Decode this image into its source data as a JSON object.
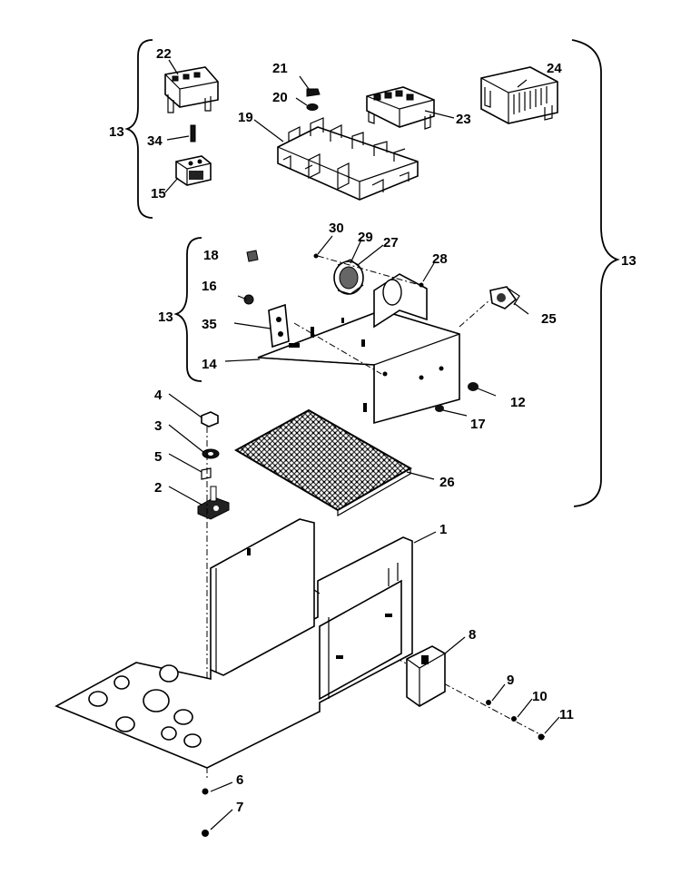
{
  "callouts": {
    "n1": "1",
    "n2": "2",
    "n3": "3",
    "n4": "4",
    "n5": "5",
    "n6": "6",
    "n7": "7",
    "n8": "8",
    "n9": "9",
    "n10": "10",
    "n11": "11",
    "n12": "12",
    "n13_top": "13",
    "n13_mid": "13",
    "n13_right": "13",
    "n14": "14",
    "n15": "15",
    "n16": "16",
    "n17": "17",
    "n18": "18",
    "n19": "19",
    "n20": "20",
    "n21": "21",
    "n22": "22",
    "n23": "23",
    "n24": "24",
    "n25": "25",
    "n26": "26",
    "n27": "27",
    "n28": "28",
    "n29": "29",
    "n30": "30",
    "n34": "34",
    "n35": "35"
  }
}
